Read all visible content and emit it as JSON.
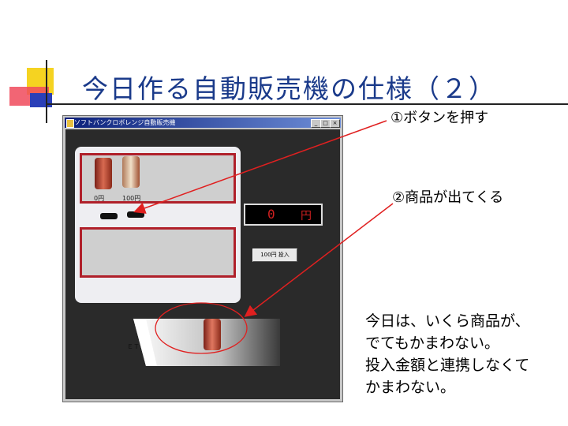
{
  "slide": {
    "title": "今日作る自動販売機の仕様（２）",
    "note_button": "①ボタンを押す",
    "note_product": "②商品が出てくる",
    "remarks": [
      "今日は、いくら商品が、",
      "でてもかまわない。",
      "投入金額と連携しなくて",
      "かまわない。"
    ]
  },
  "app_window": {
    "title": "ソフトバンクロボレンジ自動販売機",
    "controls": [
      "_",
      "□",
      "×"
    ],
    "products": [
      {
        "price_label": "0円"
      },
      {
        "price_label": "100円"
      }
    ],
    "display": {
      "amount": "0",
      "unit": "円"
    },
    "insert_coin_label": "100円 投入",
    "tray_label": "ＥＴ"
  },
  "colors": {
    "title": "#1a3a8a",
    "slot_border": "#b0202a",
    "display_text": "#d02020",
    "arrow": "#e02020"
  }
}
